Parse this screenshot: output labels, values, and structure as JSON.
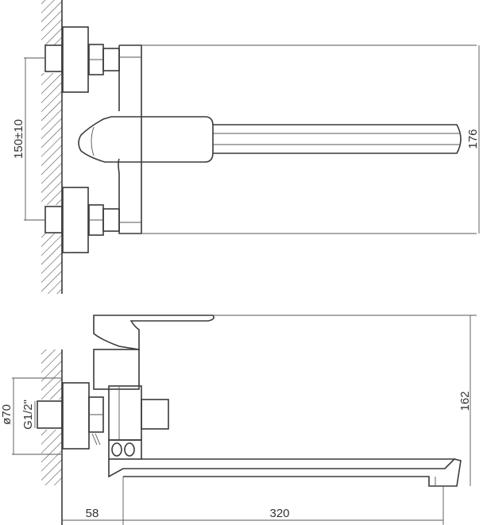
{
  "drawing": {
    "title": "Wall-mounted mixer technical drawing",
    "dimensions": {
      "inlet_spacing": "150±10",
      "top_height": "176",
      "flange_diameter": "ø70",
      "thread": "G1/2\"",
      "side_height": "162",
      "wall_to_spout": "58",
      "spout_length": "320"
    }
  }
}
